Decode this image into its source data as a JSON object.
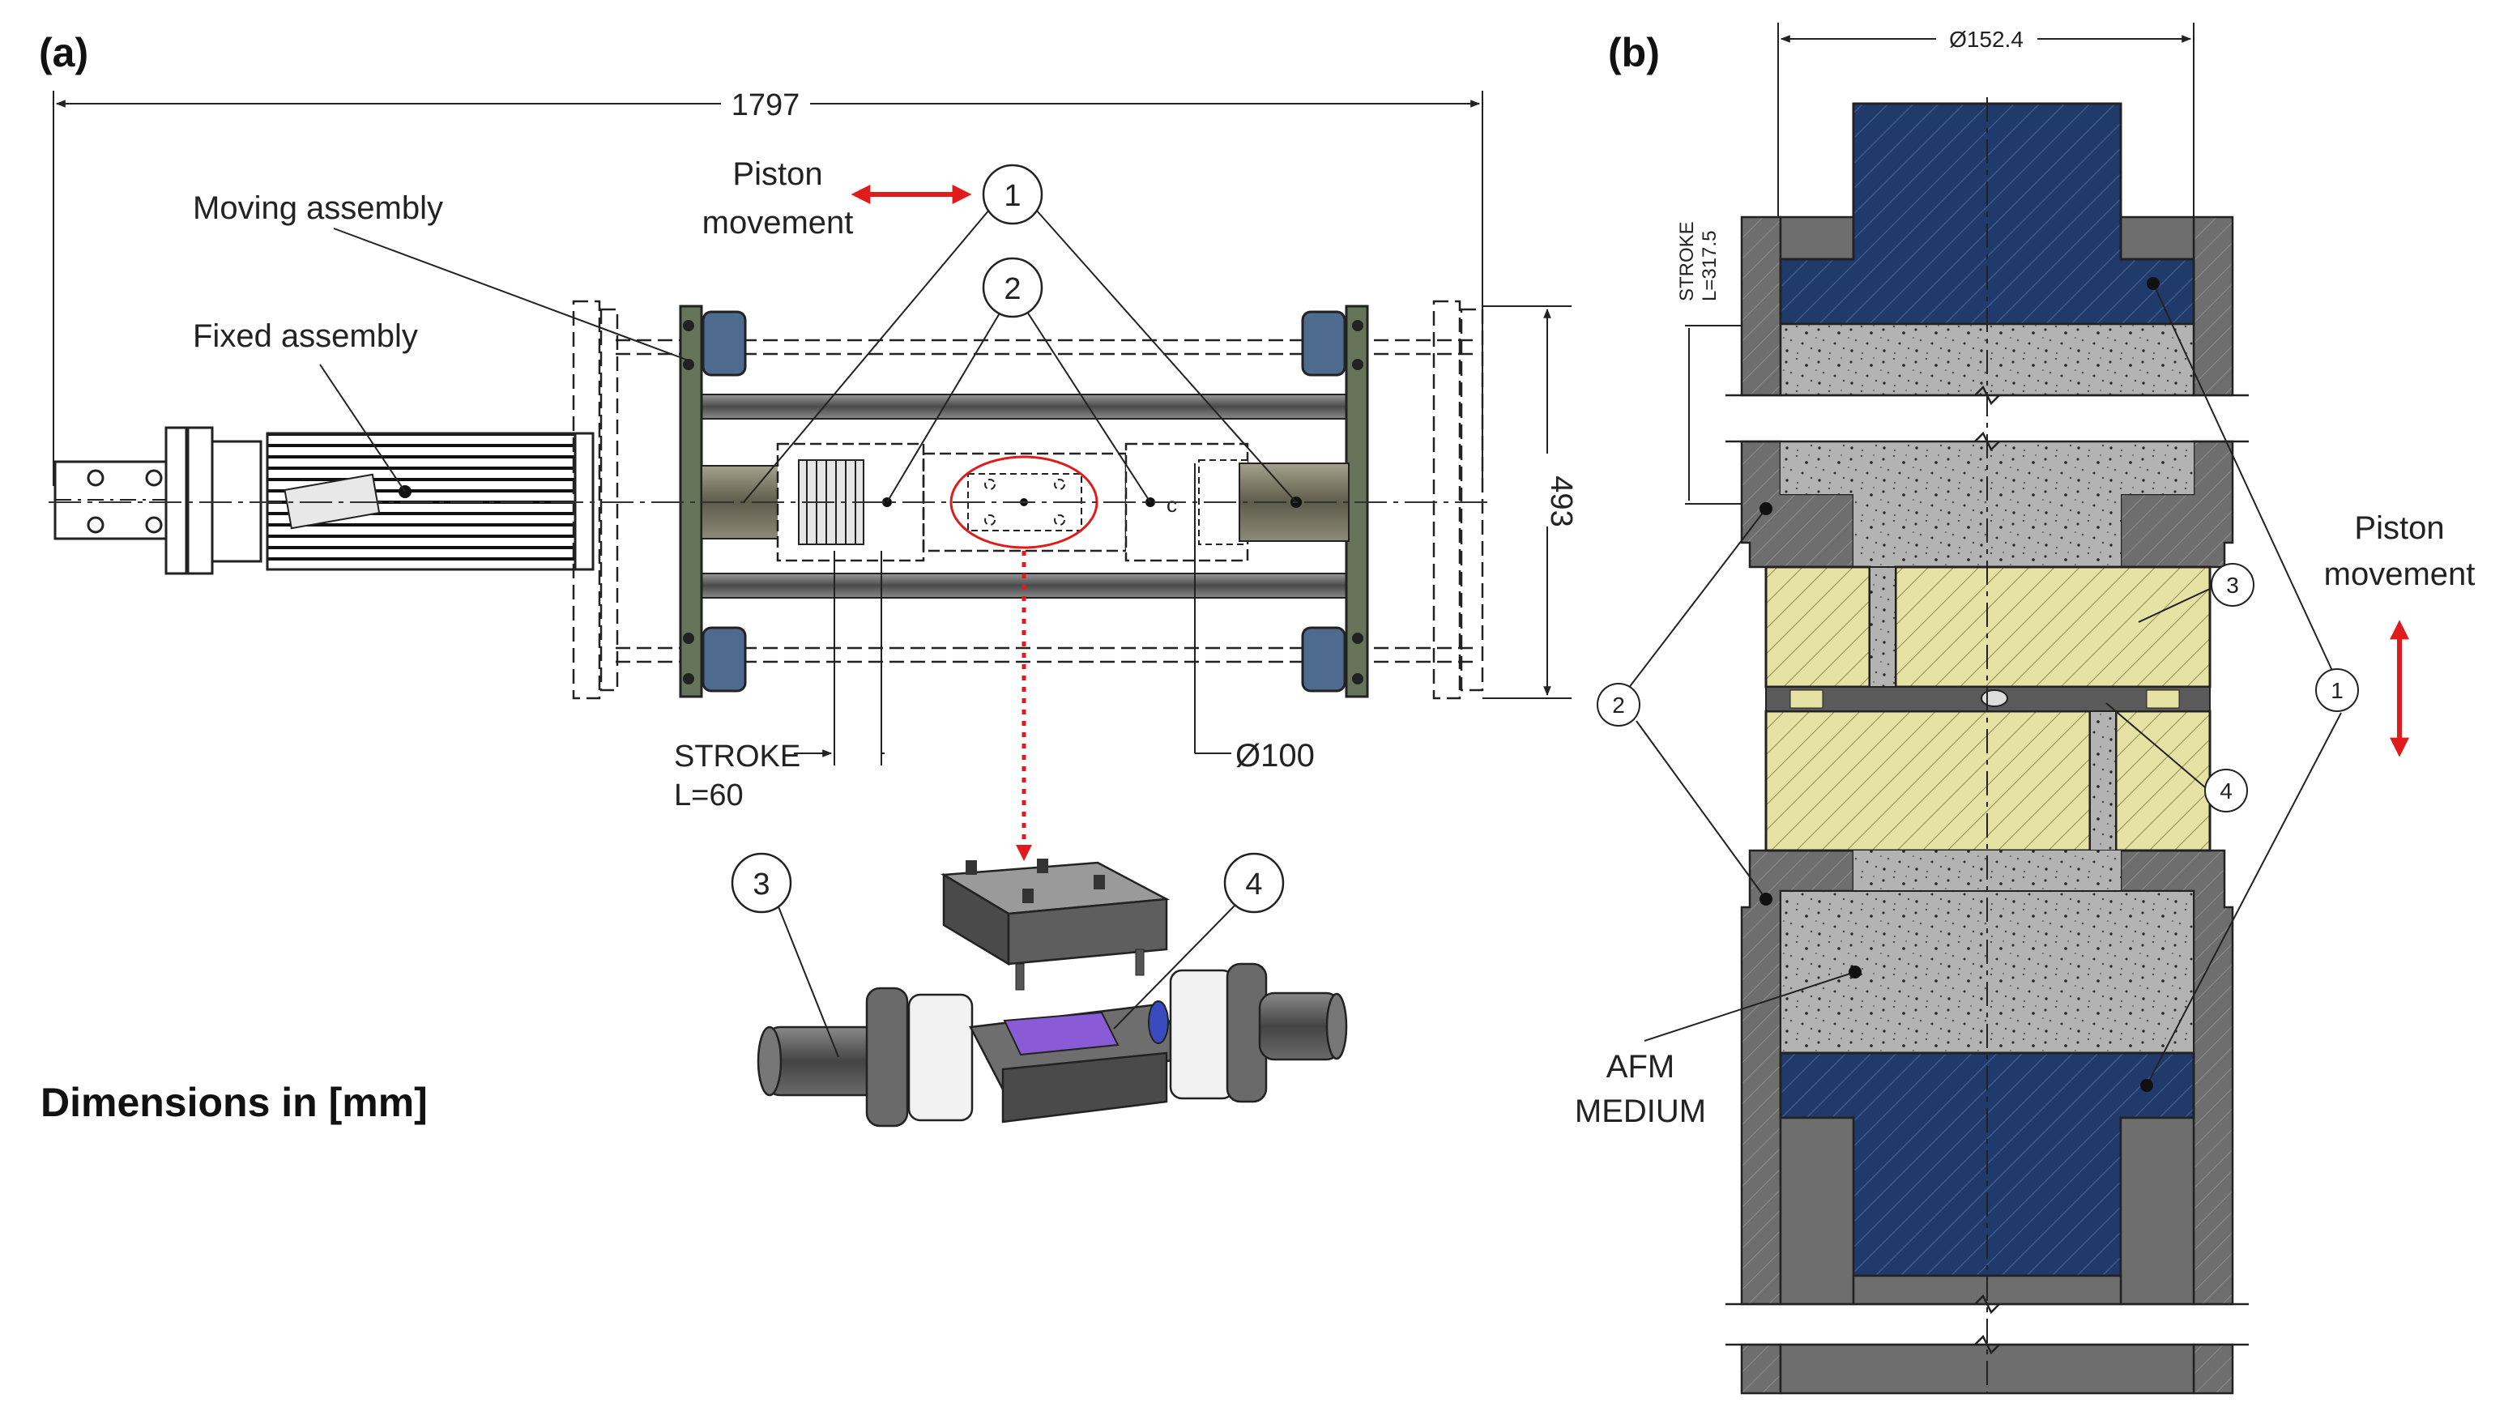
{
  "panel_a": {
    "label": "(a)",
    "overall_length": "1797",
    "height_dim": "493",
    "piston_line1": "Piston",
    "piston_line2": "movement",
    "moving_assembly": "Moving assembly",
    "fixed_assembly": "Fixed assembly",
    "stroke_line1": "STROKE",
    "stroke_line2": "L=60",
    "diameter": "Ø100",
    "dimensions_note": "Dimensions in [mm]",
    "callouts": [
      "1",
      "2",
      "3",
      "4"
    ]
  },
  "panel_b": {
    "label": "(b)",
    "diameter": "Ø152.4",
    "stroke_line1": "STROKE",
    "stroke_line2": "L=317.5",
    "piston_line1": "Piston",
    "piston_line2": "movement",
    "medium_line1": "AFM",
    "medium_line2": "MEDIUM",
    "callouts": [
      "1",
      "2",
      "3",
      "4"
    ]
  },
  "colors": {
    "piston_blue": "#1f3a6b",
    "fixture_yellow": "#e6e2a4",
    "housing_grey": "#6e6e6e",
    "medium_grey": "#b3b3b3",
    "arrow_red": "#e11b1b",
    "frame_green": "#66755a",
    "flange_blue": "#4e6b8f",
    "part_purple": "#8a5bd6"
  }
}
